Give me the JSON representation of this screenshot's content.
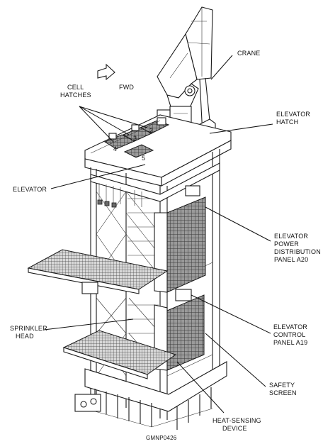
{
  "labels": {
    "crane": "CRANE",
    "cell_hatches_line1": "CELL",
    "cell_hatches_line2": "HATCHES",
    "fwd": "FWD",
    "elevator_hatch_line1": "ELEVATOR",
    "elevator_hatch_line2": "HATCH",
    "elevator": "ELEVATOR",
    "power_panel_line1": "ELEVATOR",
    "power_panel_line2": "POWER",
    "power_panel_line3": "DISTRIBUTION",
    "power_panel_line4": "PANEL A20",
    "control_panel_line1": "ELEVATOR",
    "control_panel_line2": "CONTROL",
    "control_panel_line3": "PANEL A19",
    "sprinkler_line1": "SPRINKLER",
    "sprinkler_line2": "HEAD",
    "safety_line1": "SAFETY",
    "safety_line2": "SCREEN",
    "heat_line1": "HEAT-SENSING",
    "heat_line2": "DEVICE",
    "figure_id": "GMNP0426"
  },
  "cell_numbers": [
    "2",
    "3",
    "4",
    "5"
  ]
}
